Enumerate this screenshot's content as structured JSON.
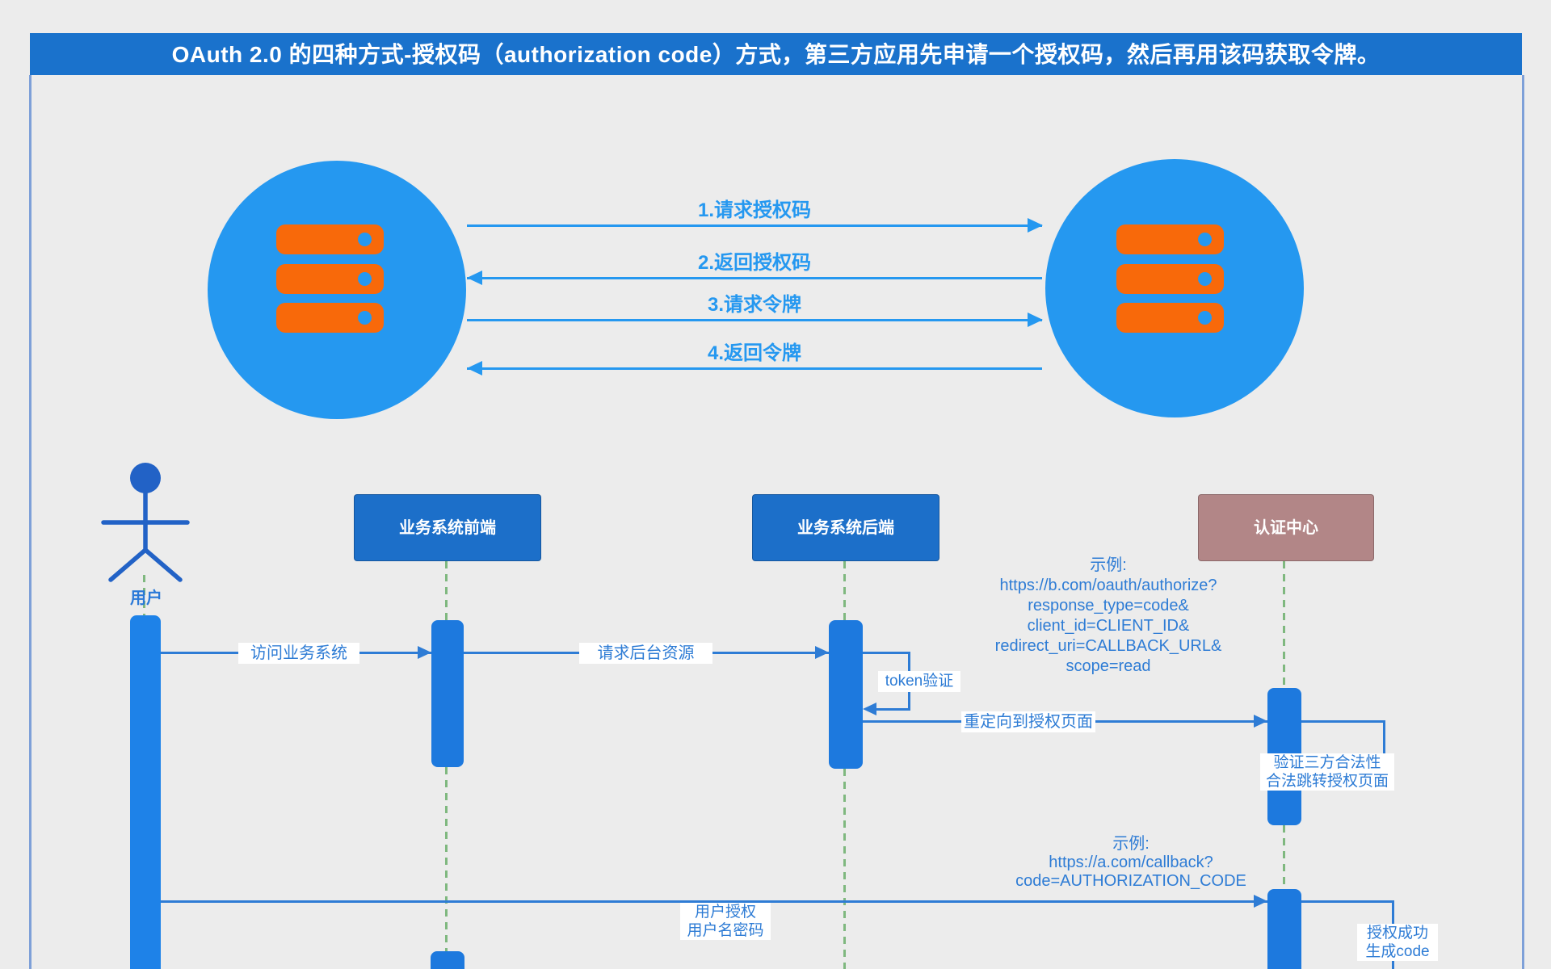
{
  "title_bar": {
    "text": "OAuth 2.0 的四种方式-授权码（authorization code）方式，第三方应用先申请一个授权码，然后再用该码获取令牌。"
  },
  "overview": {
    "steps": [
      {
        "label": "1.请求授权码",
        "direction": "right"
      },
      {
        "label": "2.返回授权码",
        "direction": "left"
      },
      {
        "label": "3.请求令牌",
        "direction": "right"
      },
      {
        "label": "4.返回令牌",
        "direction": "left"
      }
    ]
  },
  "sequence": {
    "user": {
      "label": "用户"
    },
    "participants": [
      {
        "label": "业务系统前端"
      },
      {
        "label": "业务系统后端"
      },
      {
        "label": "认证中心"
      }
    ],
    "messages": {
      "visit": "访问业务系统",
      "request_backend": "请求后台资源",
      "token_check": "token验证",
      "redirect": "重定向到授权页面",
      "verify_line1": "验证三方合法性",
      "verify_line2": "合法跳转授权页面",
      "user_auth_line1": "用户授权",
      "user_auth_line2": "用户名密码",
      "grant_line1": "授权成功",
      "grant_line2": "生成code"
    },
    "examples": {
      "authorize": [
        "示例:",
        "https://b.com/oauth/authorize?",
        "response_type=code&",
        "client_id=CLIENT_ID&",
        "redirect_uri=CALLBACK_URL&",
        "scope=read"
      ],
      "callback": [
        "示例:",
        "https://a.com/callback?",
        "code=AUTHORIZATION_CODE"
      ]
    }
  },
  "colors": {
    "banner": "#1a72cc",
    "circle_blue": "#2598f0",
    "server_orange": "#f8690a",
    "participant_blue": "#1c6fc9",
    "participant_mauve": "#b28687",
    "message_blue": "#2e7cd5",
    "lifeline_green": "#7fb87f",
    "activation_bar": "#1d79de",
    "side_border": "#7ea0d8"
  }
}
